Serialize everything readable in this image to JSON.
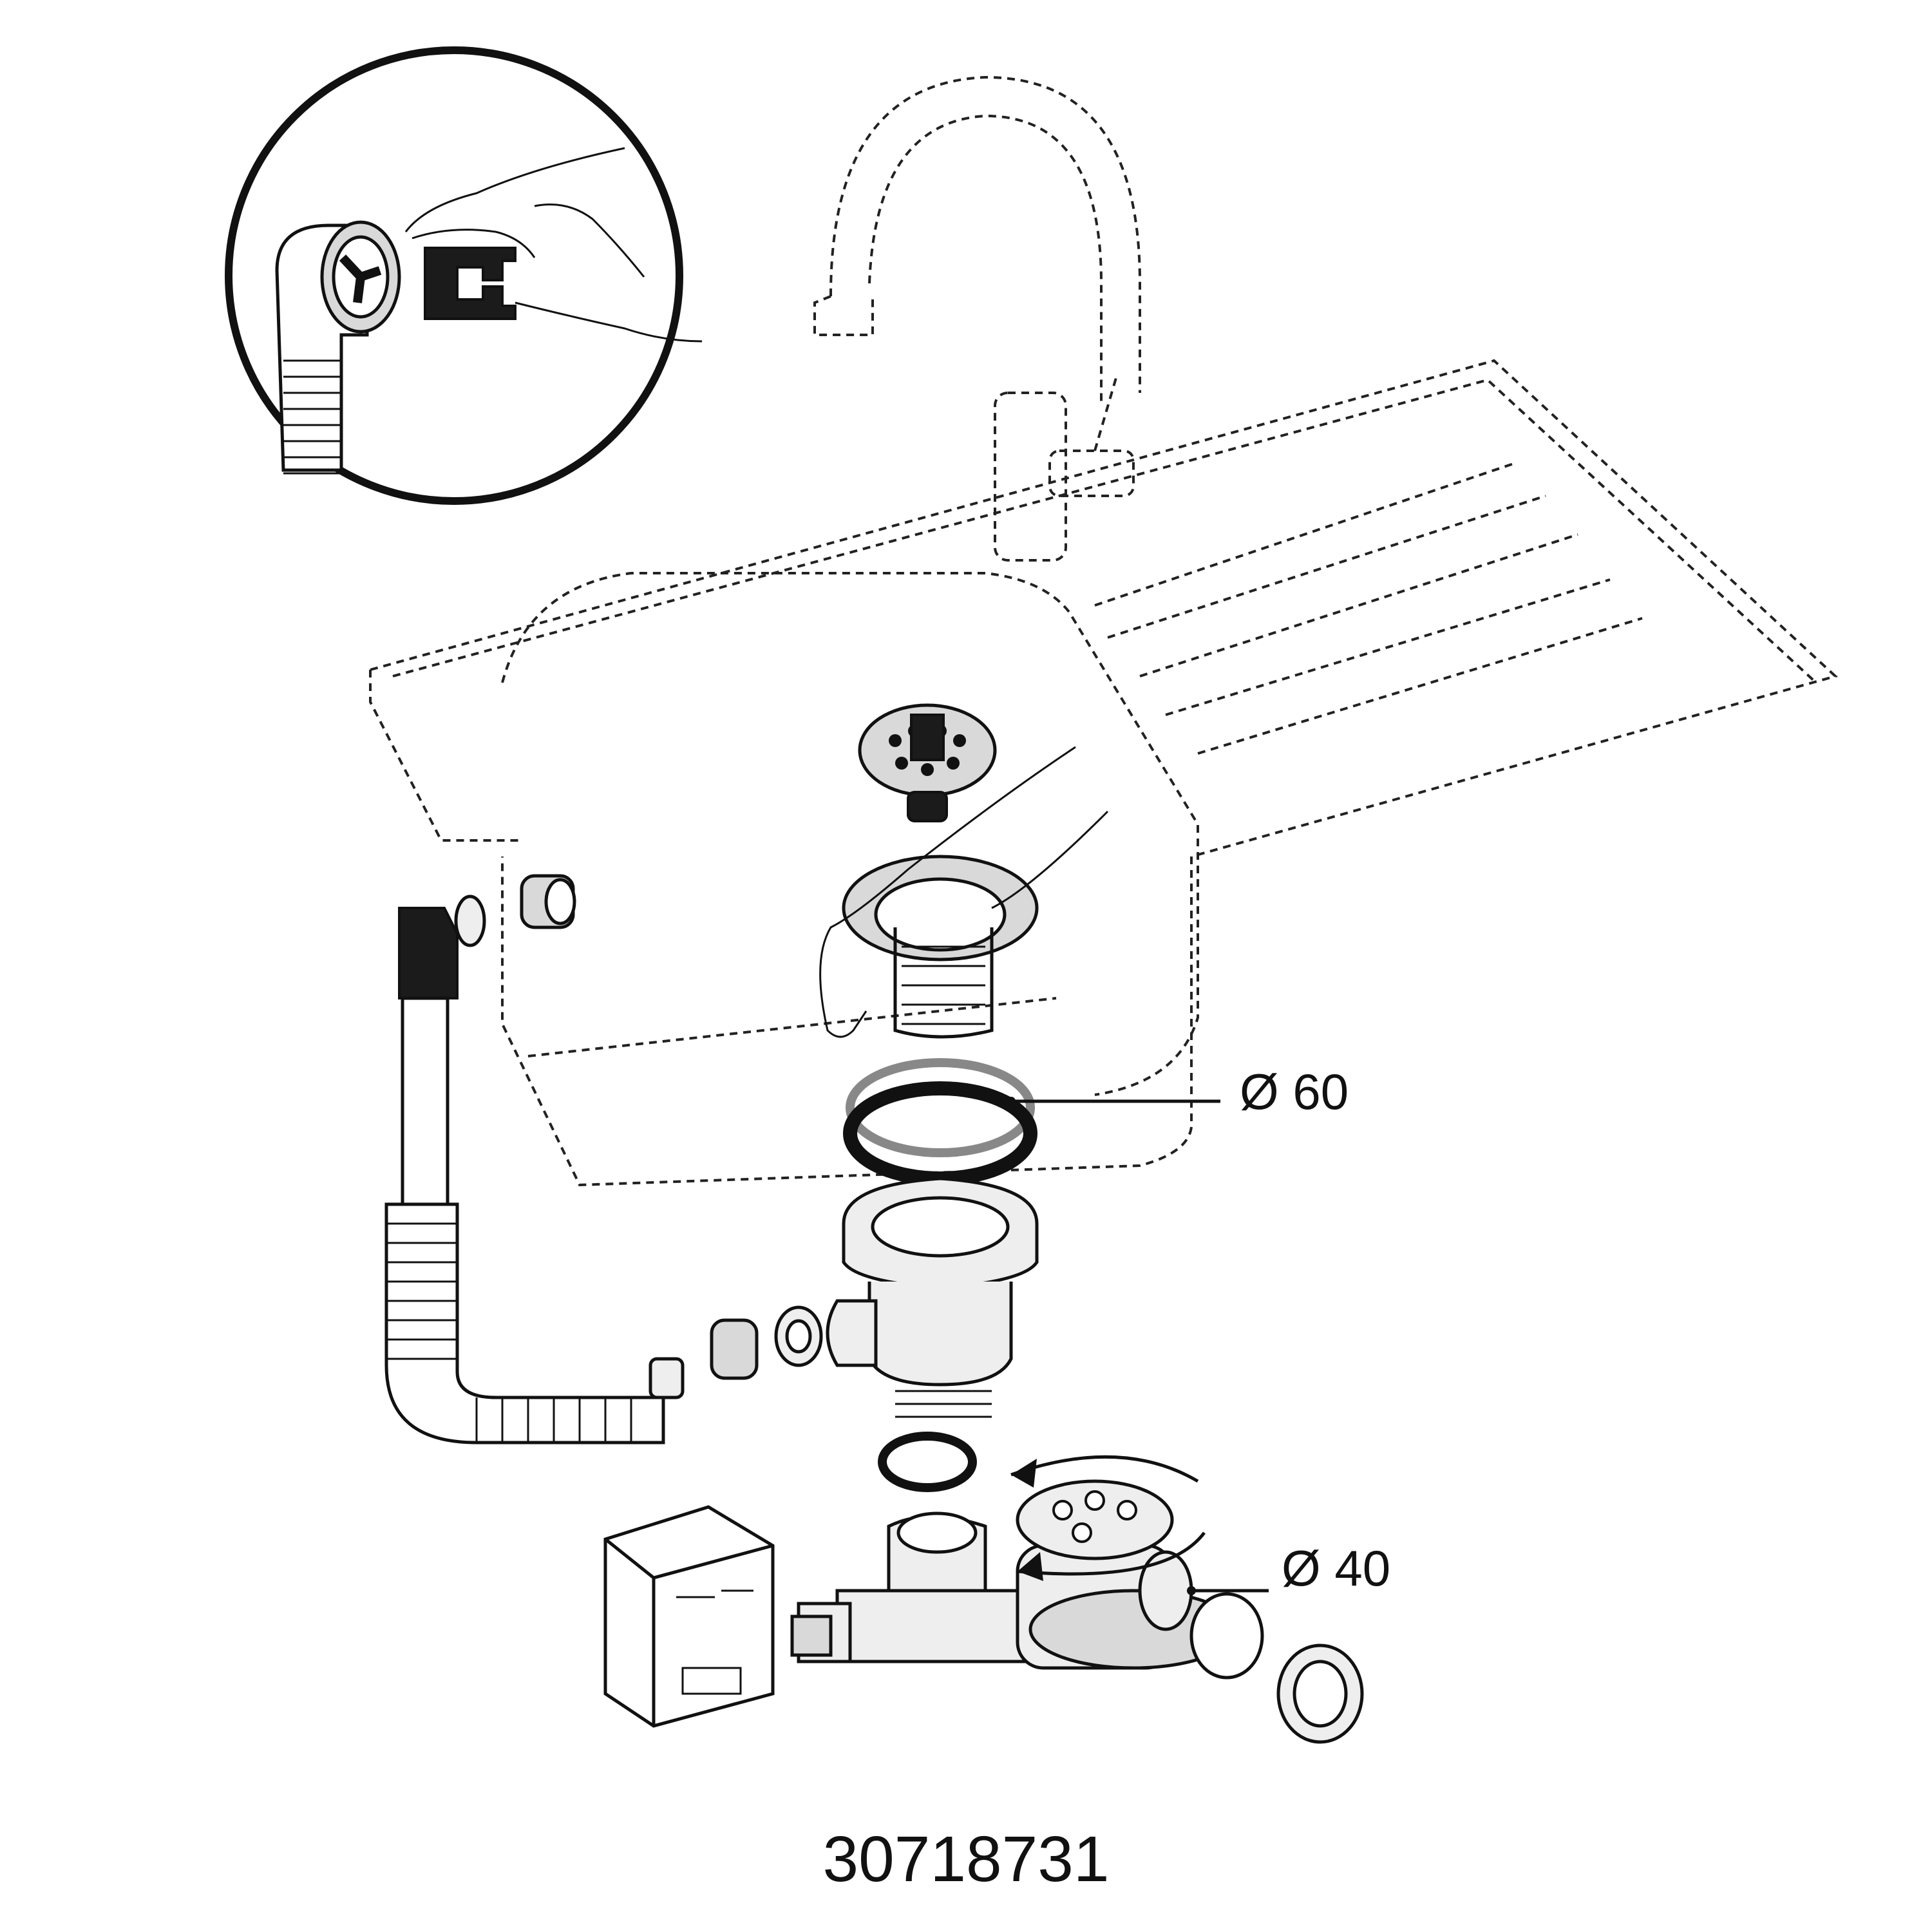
{
  "labels": {
    "diameter_sink_outlet": "Ø 60",
    "diameter_trap_outlet": "Ø 40"
  },
  "product_code": "30718731",
  "colors": {
    "ink": "#111111",
    "rubber": "#1b1b1b",
    "metal": "#d9d9d9"
  }
}
